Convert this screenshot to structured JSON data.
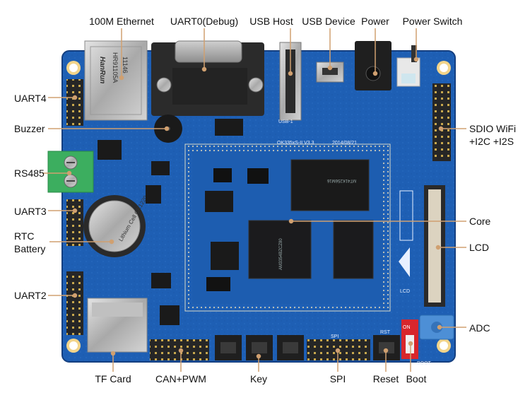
{
  "labels": {
    "ethernet": "100M Ethernet",
    "uart0": "UART0(Debug)",
    "usb_host": "USB Host",
    "usb_device": "USB Device",
    "power": "Power",
    "power_switch": "Power Switch",
    "uart4": "UART4",
    "buzzer": "Buzzer",
    "rs485": "RS485",
    "uart3": "UART3",
    "rtc_line1": "RTC",
    "rtc_line2": "Battery",
    "uart2": "UART2",
    "sdio_line1": "SDIO WiFi",
    "sdio_line2": "+I2C +I2S",
    "core": "Core",
    "lcd": "LCD",
    "adc": "ADC",
    "tf_card": "TF Card",
    "can_pwm": "CAN+PWM",
    "key": "Key",
    "spi": "SPI",
    "reset": "Reset",
    "boot": "Boot"
  },
  "board_text": {
    "eth_code": "HR91105A",
    "eth_num": "11146",
    "eth_brand": "HanRun",
    "rtc_text": "Lithium Cell CR1220 3V",
    "model": "OK335xS-II V3.3",
    "date": "2014/08/21",
    "cpu_text": "AM3354BZCZ80",
    "lcd_silk": "LCD",
    "spi_silk": "SPI",
    "rst_silk": "RST",
    "boot_silk": "BOOT",
    "on_silk": "ON",
    "usb_silk": "USB-1"
  },
  "colors": {
    "pcb": "#1e5fb4",
    "pcb_dark": "#164a93",
    "leader": "#d0a070",
    "gold": "#d9b25c",
    "chip": "#1c1c1e",
    "header": "#2a2a2a",
    "terminal": "#3cae5f",
    "switch_red": "#d8262c"
  }
}
